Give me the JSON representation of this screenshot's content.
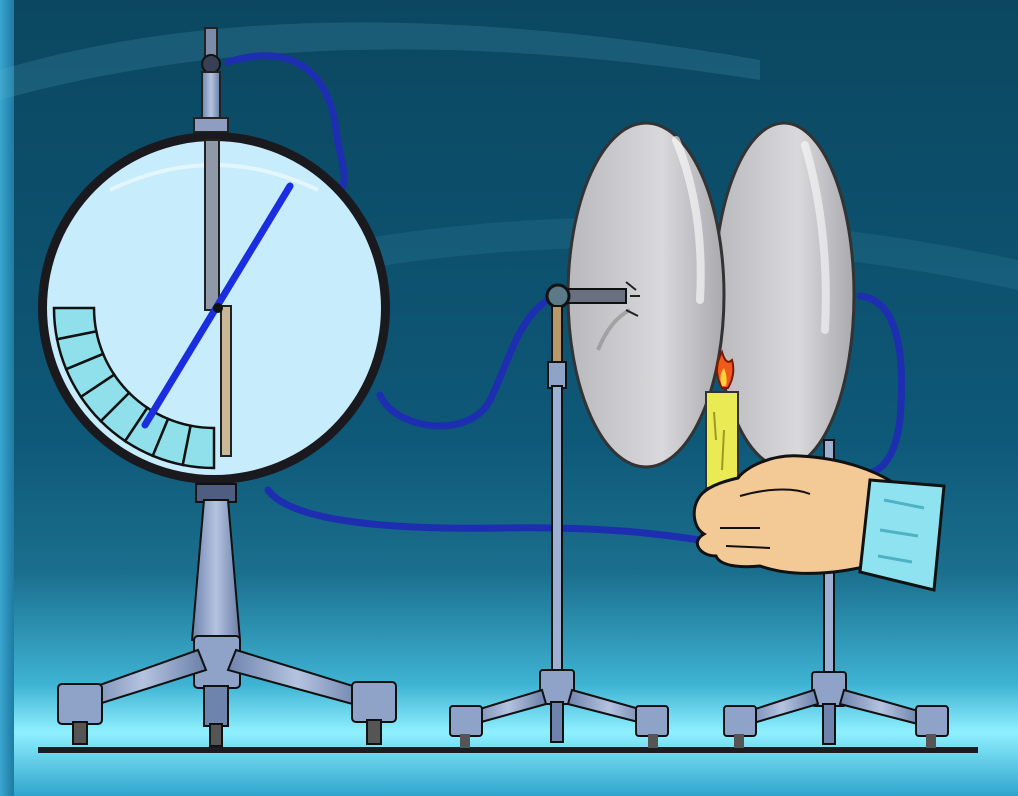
{
  "scene": {
    "background_colors": {
      "deep": "#07344d",
      "mid": "#0f5e7e",
      "light": "#5fc8e2",
      "glow": "#8ff0ff",
      "frame": "#2f9cc8"
    },
    "objects": [
      "electroscope",
      "scale-arc",
      "pointer-needle",
      "parallel-plate-capacitor",
      "candle-flame",
      "hand",
      "wire",
      "tripod-stand"
    ],
    "colors": {
      "wire": "#1d2fb0",
      "needle": "#1a2ee0",
      "dial_face": "#c7ecfb",
      "plates": "#cfcfd2",
      "candle": "#eaea55",
      "flame": "#f05a1a",
      "skin": "#f3c996",
      "cuff": "#8fe3f0",
      "stand_metal": "#8fa3c8",
      "scale_cells": "#8fe0ea"
    },
    "needle_tilt_deg": 37
  }
}
